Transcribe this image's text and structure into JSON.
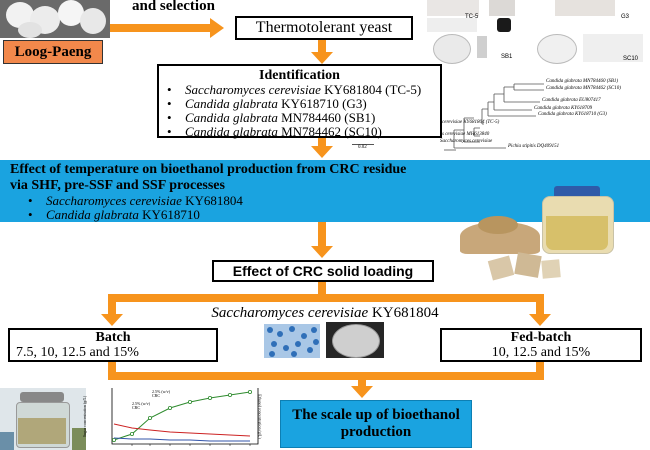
{
  "source": {
    "label": "Loog-Paeng"
  },
  "selection": {
    "label": "and selection"
  },
  "yeast": {
    "label": "Thermotolerant yeast"
  },
  "photo_labels": [
    "TC-5",
    "G3",
    "SB1",
    "SC10"
  ],
  "identification": {
    "title": "Identification",
    "items": [
      {
        "species": "Saccharomyces cerevisiae",
        "accession": "KY681804 (TC-5)"
      },
      {
        "species": "Candida glabrata",
        "accession": "KY618710 (G3)"
      },
      {
        "species": "Candida glabrata",
        "accession": "MN784460 (SB1)"
      },
      {
        "species": "Candida glabrata",
        "accession": "MN784462 (SC10)"
      }
    ]
  },
  "phylo_tree": {
    "labels": [
      "Candida glabrata MN784460 (SB1)",
      "Candida glabrata MN784462 (SC10)",
      "Candida glabrata EU807417",
      "Candida glabrata KY618709",
      "Candida glabrata KY618710 (G3)",
      "cerevisiae KY681804 (TC-5)",
      "s cerevisiae MH613840",
      "Saccharomyces cerevisiae",
      "Pichia stipitis DQ409151"
    ],
    "scale_label": "0.02"
  },
  "temperature": {
    "title_line1": "Effect of temperature on bioethanol production  from CRC residue",
    "title_line2": "via SHF, pre-SSF and SSF processes",
    "items": [
      {
        "species": "Saccharomyces cerevisiae",
        "accession": "KY681804"
      },
      {
        "species": "Candida glabrata",
        "accession": "KY618710"
      }
    ]
  },
  "loading": {
    "label": "Effect of CRC solid loading"
  },
  "strain": {
    "species": "Saccharomyces cerevisiae",
    "accession": "KY681804"
  },
  "batch": {
    "title": "Batch",
    "values": "7.5, 10, 12.5 and 15%"
  },
  "fedbatch": {
    "title": "Fed-batch",
    "values": "10, 12.5 and 15%"
  },
  "scaleup": {
    "line1": "The scale up of bioethanol",
    "line2": "production"
  },
  "mini_chart": {
    "annotations": [
      "2.5% (w/v) CRC",
      "2.5% (w/v) CRC"
    ],
    "ylabel_left": "Sugar concentration (g/L)",
    "ylabel_right": "Ethanol concentration (g/L)"
  },
  "colors": {
    "arrow": "#f7941d",
    "panel_blue": "#1aa3e0",
    "source_fill": "#f2884b"
  }
}
